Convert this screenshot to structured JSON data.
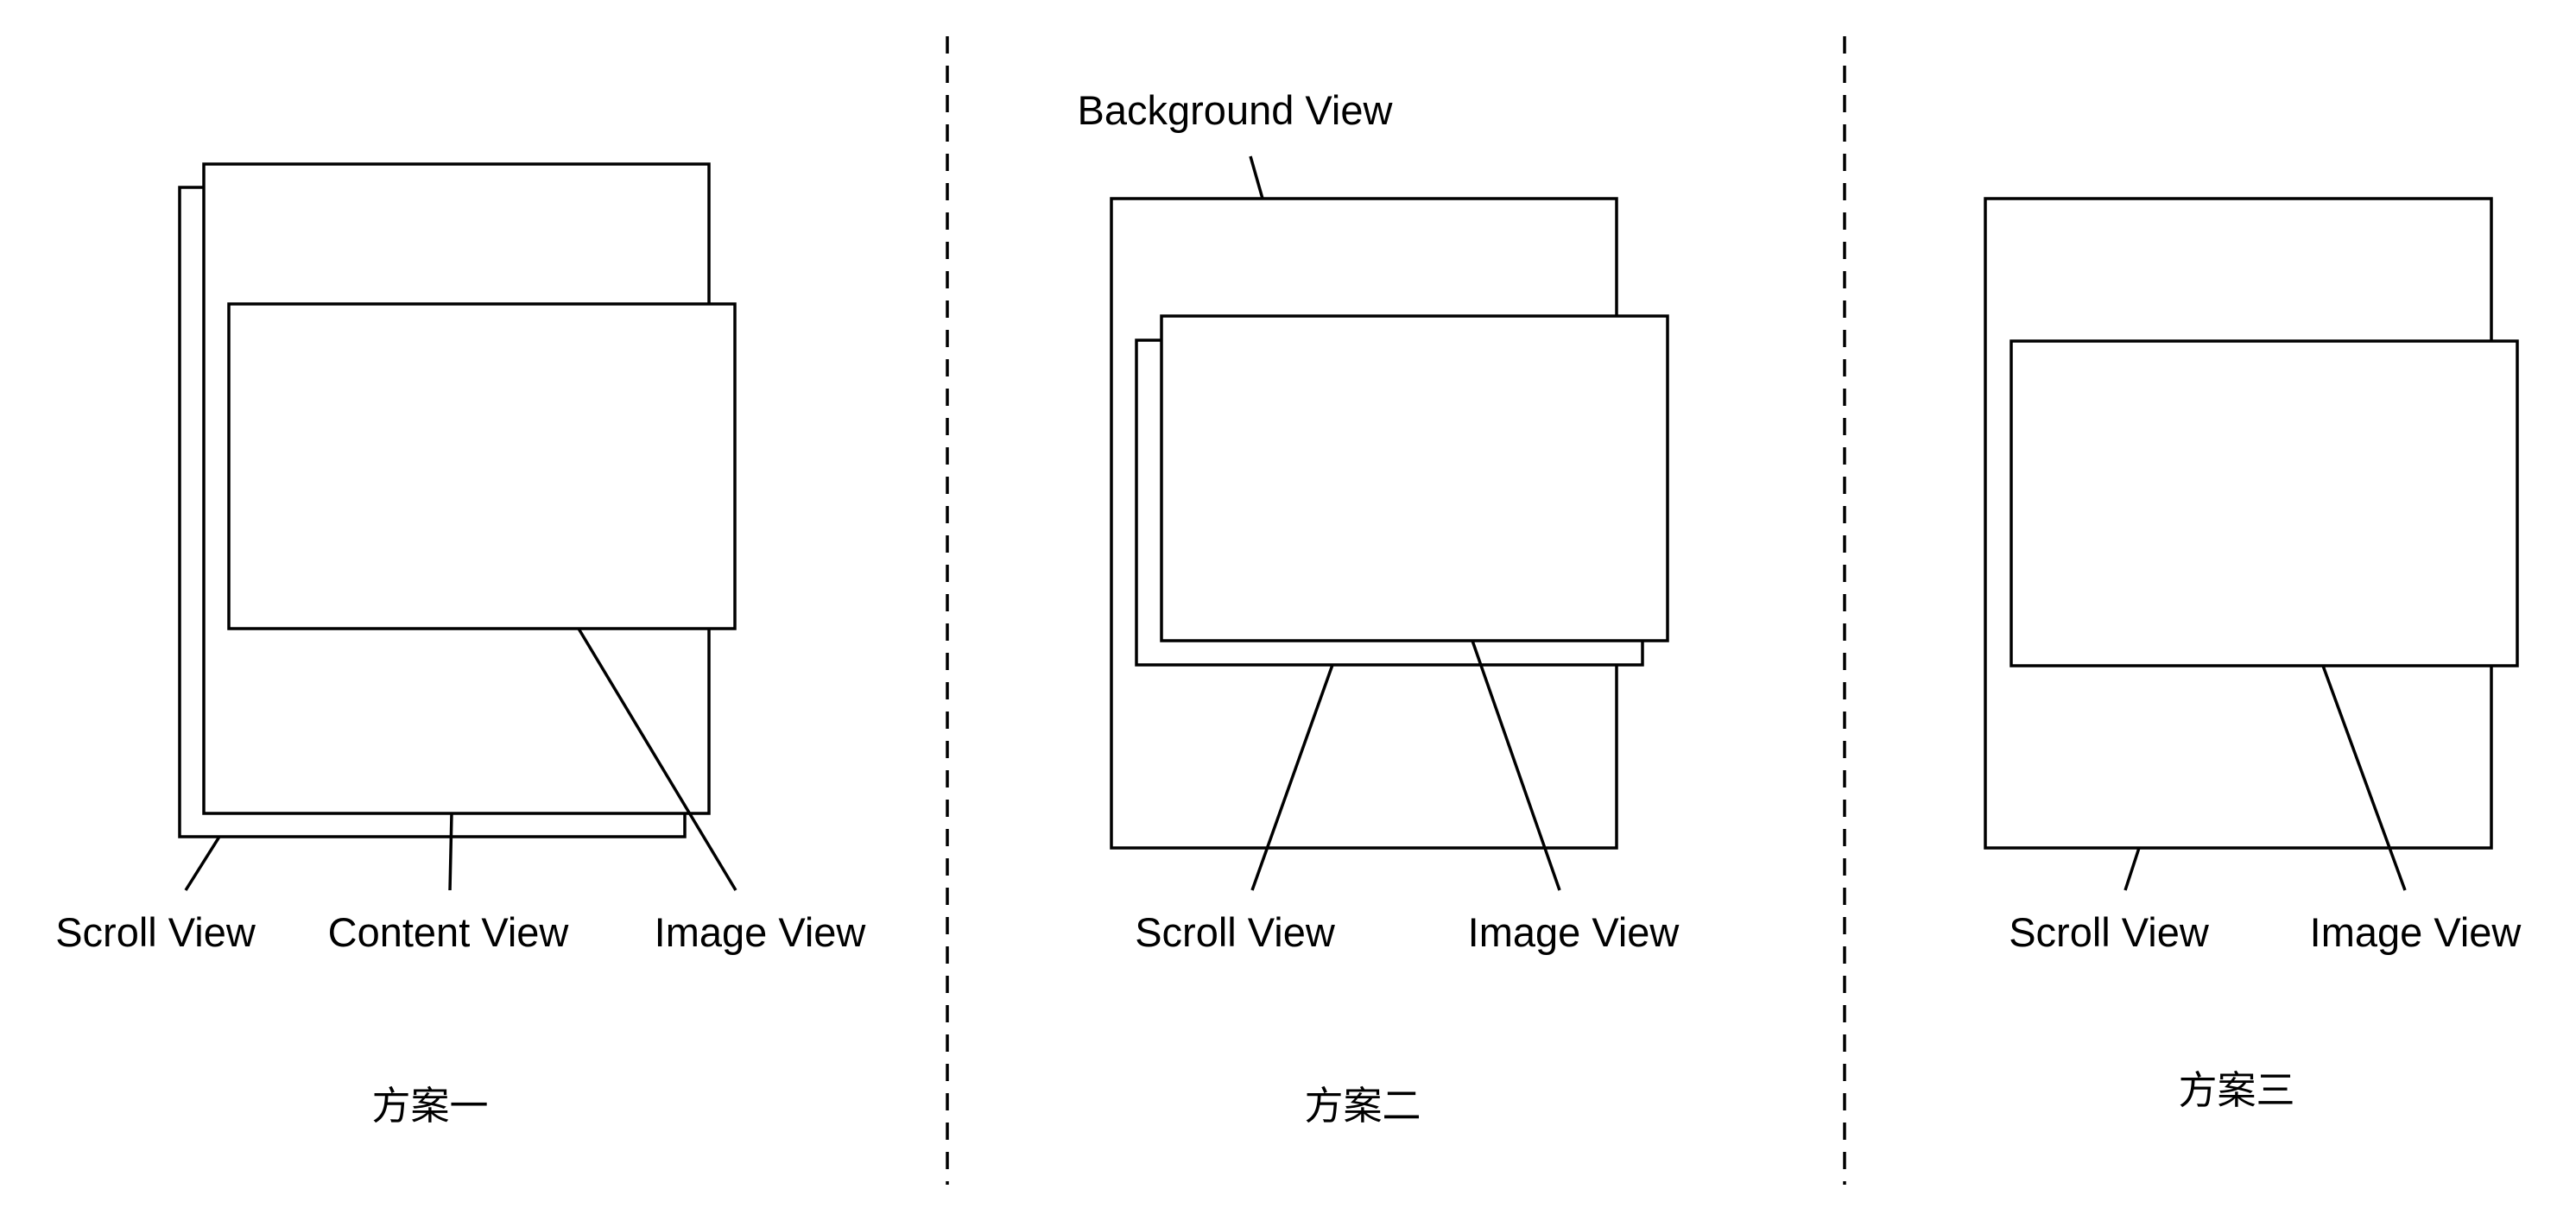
{
  "diagram": {
    "stroke_color": "#000000",
    "background": "#ffffff",
    "schemes": [
      {
        "id": "scheme-1",
        "caption": "方案一",
        "labels": {
          "scroll_view": "Scroll View",
          "content_view": "Content View",
          "image_view": "Image View"
        }
      },
      {
        "id": "scheme-2",
        "caption": "方案二",
        "labels": {
          "background_view": "Background View",
          "scroll_view": "Scroll View",
          "image_view": "Image View"
        }
      },
      {
        "id": "scheme-3",
        "caption": "方案三",
        "labels": {
          "scroll_view": "Scroll View",
          "image_view": "Image View"
        }
      }
    ]
  }
}
